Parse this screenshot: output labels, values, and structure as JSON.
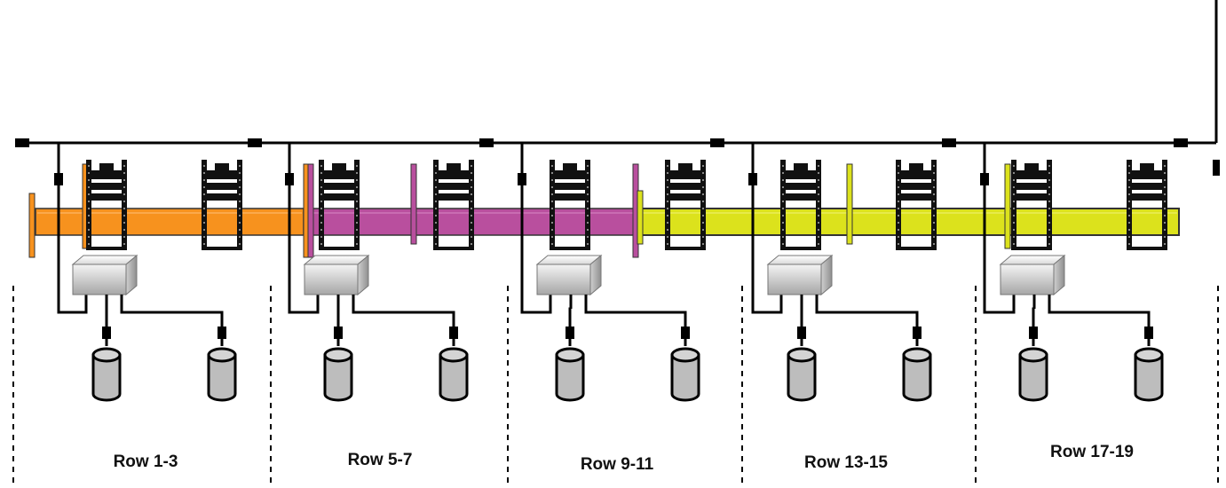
{
  "diagram": {
    "sections": [
      {
        "label": "Row 1-3"
      },
      {
        "label": "Row 5-7"
      },
      {
        "label": "Row 9-11"
      },
      {
        "label": "Row 13-15"
      },
      {
        "label": "Row 17-19"
      }
    ],
    "colors": {
      "orange_segment": "#f7921e",
      "purple_segment": "#b94f9e",
      "yellow_segment": "#dce21c",
      "line": "#000000",
      "device_fill_light": "#f2f2f2",
      "device_fill_dark": "#a9a9a9",
      "disk_fill": "#bdbdbd"
    }
  }
}
